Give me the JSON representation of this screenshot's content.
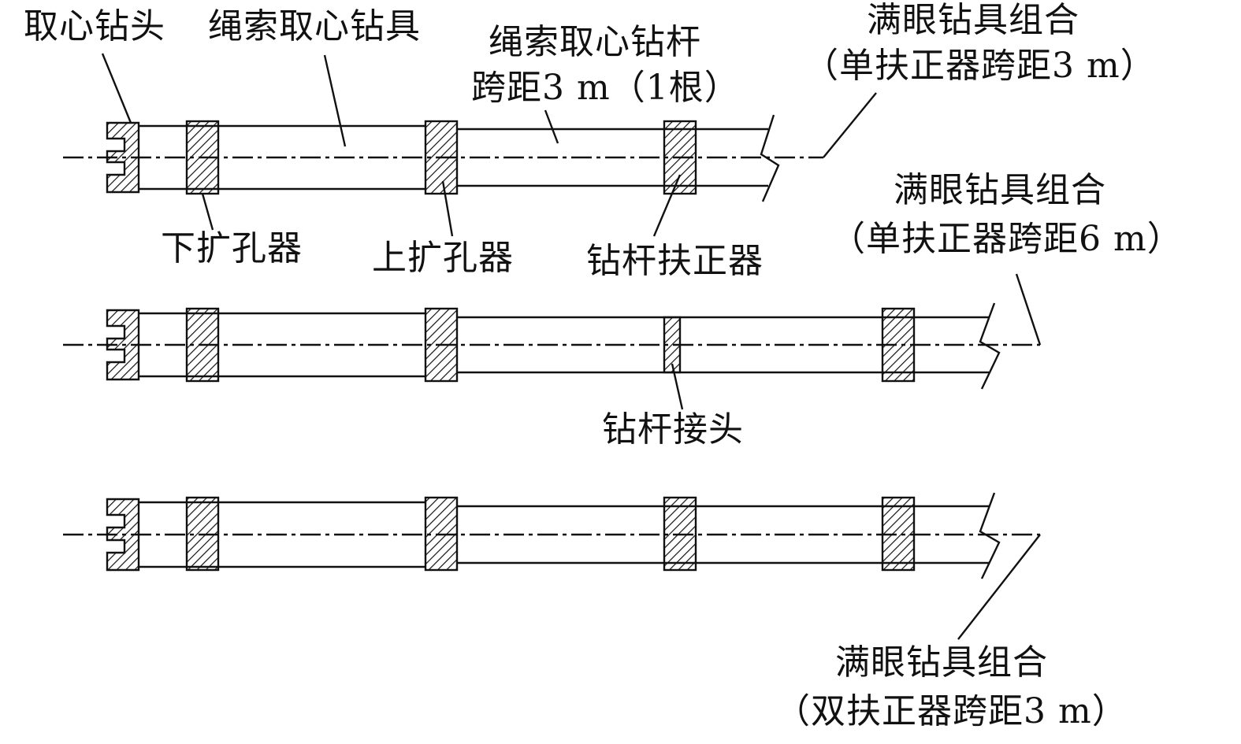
{
  "labels": {
    "core_bit": "取心钻头",
    "wireline_core_tool": "绳索取心钻具",
    "rod_line1": "绳索取心钻杆",
    "rod_line2": "跨距3 m（1根）",
    "assembly_a_line1": "满眼钻具组合",
    "assembly_a_line2": "（单扶正器跨距3 m）",
    "lower_reamer": "下扩孔器",
    "upper_reamer": "上扩孔器",
    "rod_stabilizer": "钻杆扶正器",
    "assembly_b_line1": "满眼钻具组合",
    "assembly_b_line2": "（单扶正器跨距6 m）",
    "rod_joint": "钻杆接头",
    "assembly_c_line1": "满眼钻具组合",
    "assembly_c_line2": "（双扶正器跨距3 m）"
  },
  "colors": {
    "line": "#111111",
    "hatch": "#111111",
    "background": "#ffffff"
  }
}
